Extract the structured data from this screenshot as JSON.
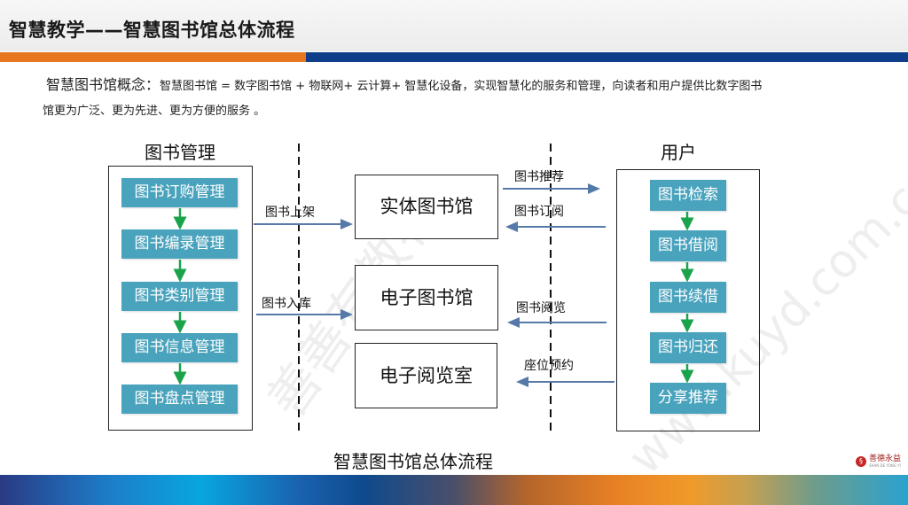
{
  "header": {
    "title": "智慧教学——智慧图书馆总体流程"
  },
  "concept": {
    "label": "智慧图书馆概念：",
    "text_line1": "智慧图书馆 = 数字图书馆 + 物联网+ 云计算+ 智慧化设备，实现智慧化的服务和管理，向读者和用户提供比数字图书",
    "text_line2": "馆更为广泛、更为先进、更为方便的服务 。"
  },
  "left_section": {
    "title": "图书管理",
    "steps": [
      "图书订购管理",
      "图书编录管理",
      "图书类别管理",
      "图书信息管理",
      "图书盘点管理"
    ]
  },
  "center_nodes": [
    "实体图书馆",
    "电子图书馆",
    "电子阅览室"
  ],
  "right_section": {
    "title": "用户",
    "steps": [
      "图书检索",
      "图书借阅",
      "图书续借",
      "图书归还",
      "分享推荐"
    ]
  },
  "flows": {
    "left_to_center": [
      "图书上架",
      "图书入库"
    ],
    "right_center": [
      "图书推荐",
      "图书订阅",
      "图书阅览",
      "座位预约"
    ]
  },
  "caption": "智慧图书馆总体流程",
  "logo": {
    "name": "善德永益",
    "subtitle": "SHAN DE YONG YI"
  },
  "watermark": {
    "text1": "善善有教物",
    "text2": "www.kuyd.com.cn"
  },
  "colors": {
    "teal": "#4aa3bd",
    "arrow_blue": "#5579a8",
    "arrow_green": "#1aa34a",
    "orange": "#e87722",
    "navy": "#0f3f8a"
  }
}
